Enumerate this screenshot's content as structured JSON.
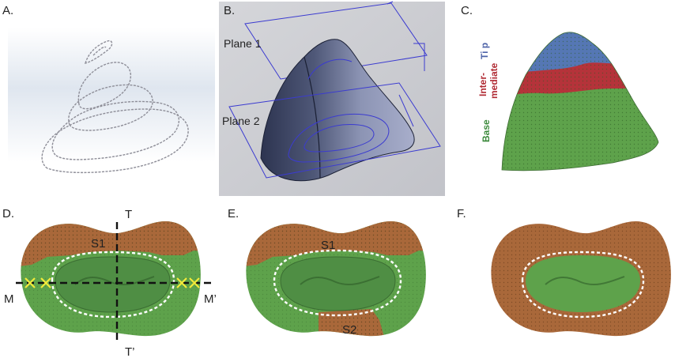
{
  "panels": {
    "a": {
      "label": "A."
    },
    "b": {
      "label": "B.",
      "plane1": "Plane 1",
      "plane2": "Plane 2"
    },
    "c": {
      "label": "C.",
      "tip": "Ti p",
      "intermediate_1": "Inter-",
      "intermediate_2": "mediate",
      "base": "Base"
    },
    "d": {
      "label": "D.",
      "s1": "S1",
      "axis_t": "T",
      "axis_t_prime": "T’",
      "axis_m": "M",
      "axis_m_prime": "M’"
    },
    "e": {
      "label": "E.",
      "s1": "S1",
      "s2": "S2"
    },
    "f": {
      "label": "F."
    }
  },
  "colors": {
    "brown": "#a9683a",
    "green": "#5ea24b",
    "tip_blue": "#5577b4",
    "intermediate_red": "#b5333a",
    "plane_line": "#3b3bd0",
    "dash_white": "#ffffff",
    "marker_yellow": "#f2ea3a",
    "tip_text": "#4e63a8",
    "intermediate_text": "#b02a33",
    "base_text": "#3c8a3c"
  }
}
